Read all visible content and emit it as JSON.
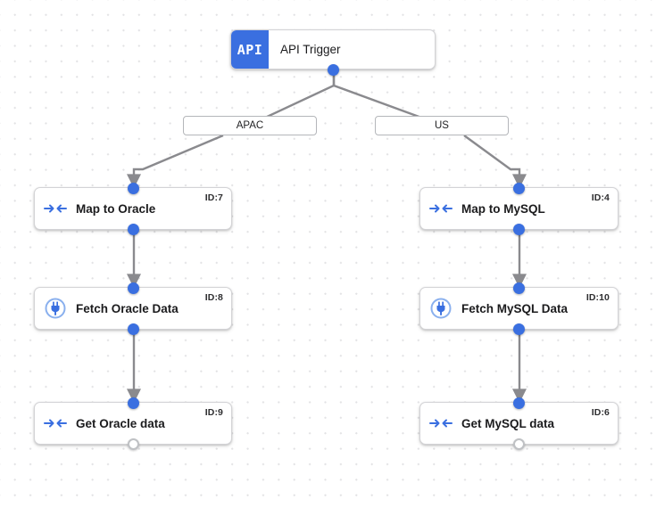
{
  "canvas": {
    "background_color": "#ffffff",
    "dot_color": "#e2e2e4",
    "edge_color": "#8a8a8e",
    "accent_color": "#3a6fe0"
  },
  "trigger": {
    "badge_text": "API",
    "title": "API Trigger",
    "badge_color": "#3a6fe0",
    "icon_name": "api-badge"
  },
  "branches": [
    {
      "label": "APAC",
      "name": "branch-label-apac"
    },
    {
      "label": "US",
      "name": "branch-label-us"
    }
  ],
  "nodes": [
    {
      "label": "Map to Oracle",
      "id_text": "ID:7",
      "icon": "transform-icon",
      "column": "left",
      "output_port": "filled"
    },
    {
      "label": "Fetch Oracle Data",
      "id_text": "ID:8",
      "icon": "plug-icon",
      "column": "left",
      "output_port": "filled"
    },
    {
      "label": "Get Oracle data",
      "id_text": "ID:9",
      "icon": "transform-icon",
      "column": "left",
      "output_port": "open"
    },
    {
      "label": "Map to MySQL",
      "id_text": "ID:4",
      "icon": "transform-icon",
      "column": "right",
      "output_port": "filled"
    },
    {
      "label": "Fetch MySQL Data",
      "id_text": "ID:10",
      "icon": "plug-icon",
      "column": "right",
      "output_port": "filled"
    },
    {
      "label": "Get MySQL data",
      "id_text": "ID:6",
      "icon": "transform-icon",
      "column": "right",
      "output_port": "open"
    }
  ]
}
